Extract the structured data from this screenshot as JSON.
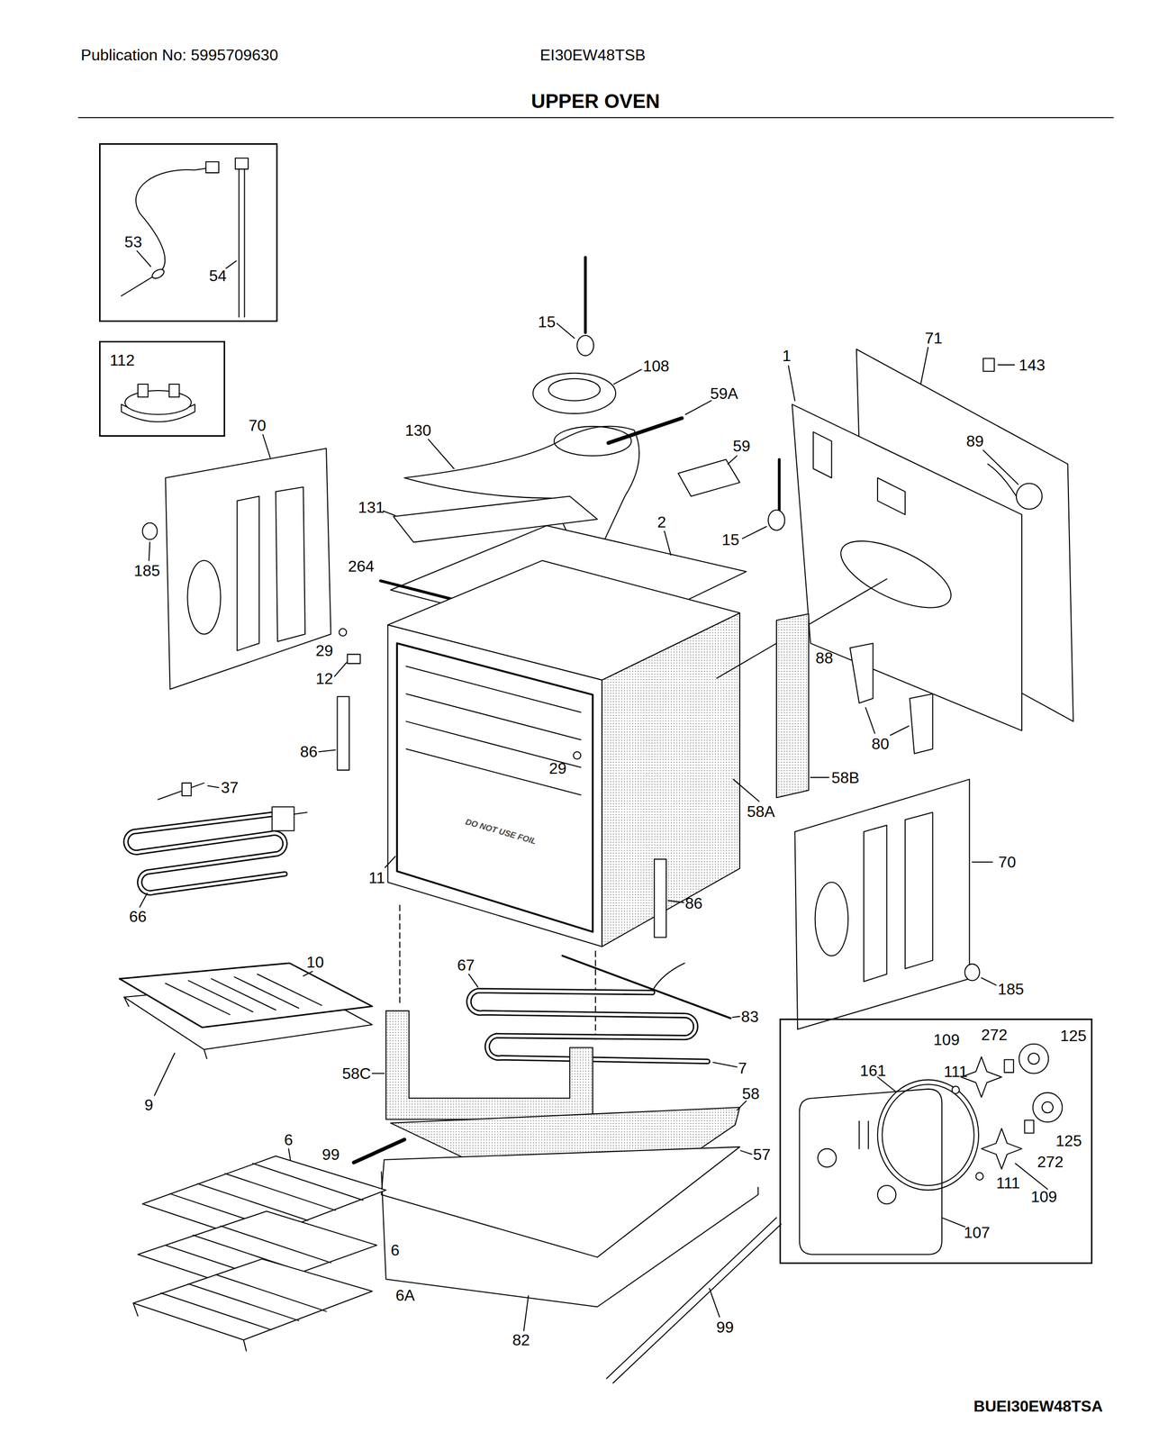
{
  "diagram": {
    "title": "UPPER OVEN",
    "nodes": [
      {
        "text": [
          "53",
          "54"
        ]
      },
      {
        "text": [
          "112"
        ]
      },
      {
        "text": [
          "109",
          "272",
          "125",
          "161",
          "111",
          "125",
          "272",
          "111",
          "109",
          "107"
        ]
      }
    ],
    "labels": [
      "Publication No: 5995709630",
      "EI30EW48TSB",
      "15",
      "108",
      "1",
      "71",
      "143",
      "70",
      "130",
      "59A",
      "89",
      "59",
      "131",
      "2",
      "15",
      "264",
      "185",
      "29",
      "12",
      "88",
      "80",
      "86",
      "37",
      "29",
      "58B",
      "11",
      "58A",
      "DO NOT USE FOIL",
      "70",
      "66",
      "86",
      "10",
      "67",
      "83",
      "185",
      "7",
      "58C",
      "9",
      "58",
      "6",
      "99",
      "57",
      "6",
      "6A",
      "82",
      "99",
      "BUEI30EW48TSA"
    ]
  }
}
